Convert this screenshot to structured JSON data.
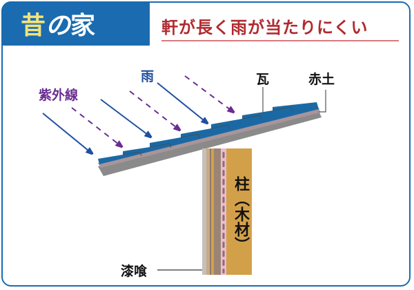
{
  "title": {
    "part1": "昔",
    "part2": "の",
    "part3": "家"
  },
  "subtitle": "軒が長く雨が当たりにくい",
  "labels": {
    "uv": "紫外線",
    "rain": "雨",
    "tile": "瓦",
    "red_clay": "赤土",
    "pillar": "柱（木材）",
    "plaster": "漆喰"
  },
  "colors": {
    "frame": "#1a6bb0",
    "title_accent": "#f2e27a",
    "subtitle": "#b02a2f",
    "uv": "#6a2d91",
    "rain": "#1f4fa0",
    "roof_tile": "#1b69a4",
    "red_clay": "#a8959a",
    "roof_base": "#8a8a8a",
    "pillar_wood": "#d3a04a"
  }
}
